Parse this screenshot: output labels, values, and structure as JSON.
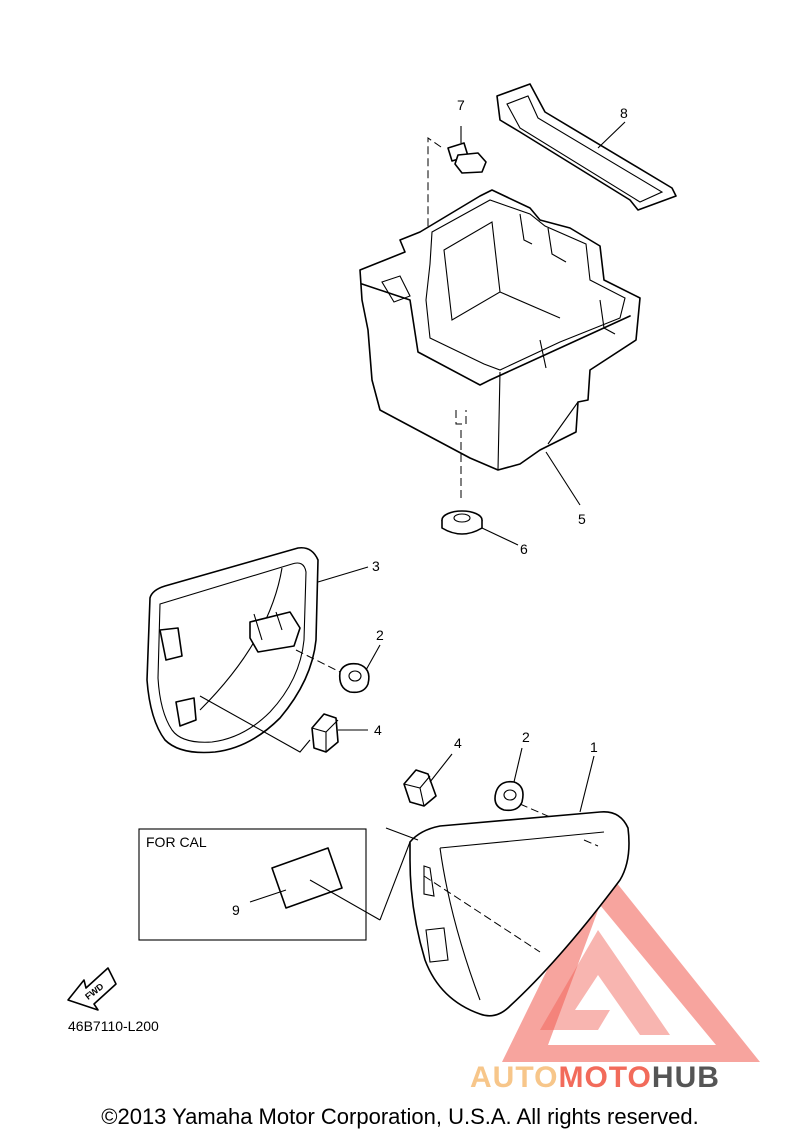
{
  "diagram": {
    "part_labels": [
      "1",
      "2",
      "2",
      "3",
      "4",
      "4",
      "5",
      "6",
      "7",
      "8",
      "9"
    ],
    "variant_box_label": "FOR CAL",
    "direction_marker": "FWD",
    "drawing_code": "46B7110-L200"
  },
  "watermark": {
    "part1": "AUTO",
    "part2": "MOTO",
    "part3": "HUB",
    "colors": {
      "auto": "#f7c68a",
      "moto": "#f26b5b",
      "hub": "#555555",
      "triangle": "#f05a4f"
    }
  },
  "footer": {
    "copyright": "©2013 Yamaha Motor Corporation, U.S.A. All rights reserved."
  }
}
